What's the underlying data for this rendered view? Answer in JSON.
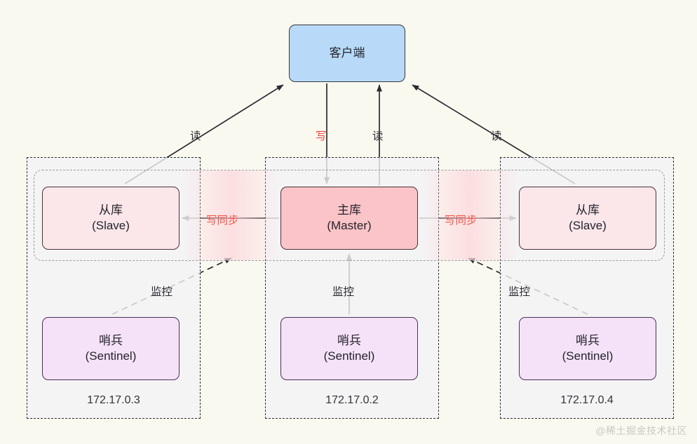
{
  "diagram": {
    "title": "Redis Sentinel master-slave architecture",
    "background_color": "#faf9f0"
  },
  "nodes": {
    "client": {
      "line1": "客户端",
      "color": "#b8daf8"
    },
    "master": {
      "line1": "主库",
      "line2": "(Master)",
      "color": "#fbc4c8"
    },
    "slave_left": {
      "line1": "从库",
      "line2": "(Slave)",
      "color": "#fbe6ea"
    },
    "slave_right": {
      "line1": "从库",
      "line2": "(Slave)",
      "color": "#fbe6ea"
    },
    "sentinel_left": {
      "line1": "哨兵",
      "line2": "(Sentinel)",
      "color": "#f5e2f8"
    },
    "sentinel_mid": {
      "line1": "哨兵",
      "line2": "(Sentinel)",
      "color": "#f5e2f8"
    },
    "sentinel_right": {
      "line1": "哨兵",
      "line2": "(Sentinel)",
      "color": "#f5e2f8"
    }
  },
  "edges": {
    "read_left": "读",
    "write": "写",
    "read_mid": "读",
    "read_right": "读",
    "sync_left": "写同步",
    "sync_right": "写同步",
    "monitor_left": "监控",
    "monitor_mid": "监控",
    "monitor_right": "监控"
  },
  "edge_colors": {
    "read": "#2a2a31",
    "write": "#e8463c",
    "sync": "#f0584c",
    "monitor": "#2a2a31"
  },
  "containers": {
    "left_ip": "172.17.0.3",
    "mid_ip": "172.17.0.2",
    "right_ip": "172.17.0.4"
  },
  "watermark": {
    "text": "@稀土掘金技术社区"
  }
}
